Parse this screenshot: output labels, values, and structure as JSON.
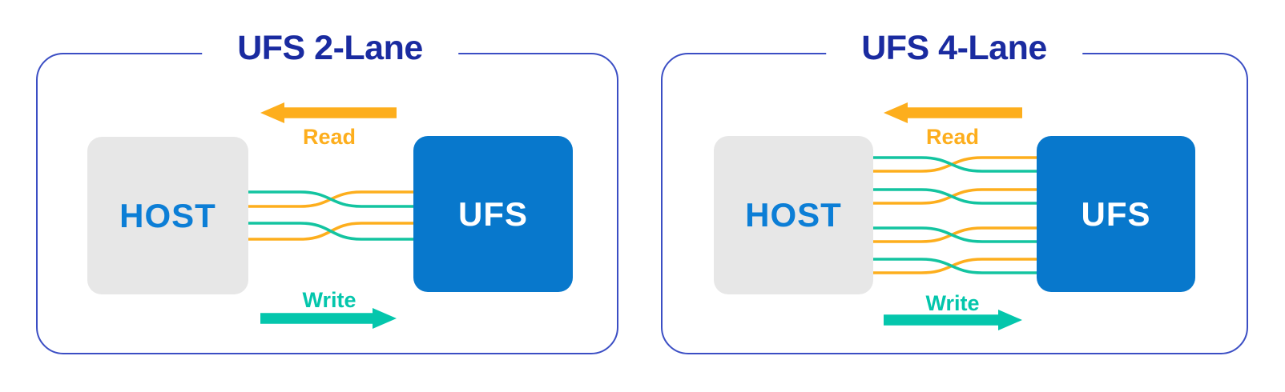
{
  "colors": {
    "panel_border": "#3b4ec4",
    "title_navy": "#1a2ba0",
    "host_bg": "#e7e7e7",
    "host_text": "#0c7ed6",
    "ufs_bg": "#0878cc",
    "ufs_text": "#ffffff",
    "read_orange": "#fdae1d",
    "write_teal": "#04c6ac",
    "lane_teal": "#13c4a0",
    "lane_orange": "#fdae1d"
  },
  "panels": [
    {
      "title": "UFS 2-Lane",
      "lane_count": 2,
      "host_label": "HOST",
      "ufs_label": "UFS",
      "read_label": "Read",
      "write_label": "Write"
    },
    {
      "title": "UFS 4-Lane",
      "lane_count": 4,
      "host_label": "HOST",
      "ufs_label": "UFS",
      "read_label": "Read",
      "write_label": "Write"
    }
  ]
}
